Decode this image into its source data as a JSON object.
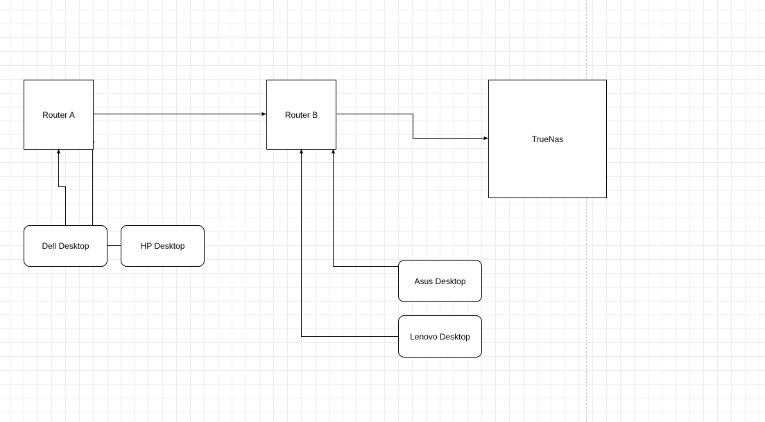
{
  "diagram": {
    "nodes": {
      "router_a": {
        "label": "Router A"
      },
      "router_b": {
        "label": "Router B"
      },
      "truenas": {
        "label": "TrueNas"
      },
      "dell_desktop": {
        "label": "Dell Desktop"
      },
      "hp_desktop": {
        "label": "HP Desktop"
      },
      "asus_desktop": {
        "label": "Asus Desktop"
      },
      "lenovo_desktop": {
        "label": "Lenovo Desktop"
      }
    },
    "edges": [
      {
        "from": "router_a",
        "to": "router_b"
      },
      {
        "from": "router_b",
        "to": "truenas"
      },
      {
        "from": "dell_desktop",
        "to": "router_a"
      },
      {
        "from": "hp_desktop",
        "to": "router_a"
      },
      {
        "from": "asus_desktop",
        "to": "router_b"
      },
      {
        "from": "lenovo_desktop",
        "to": "router_b"
      }
    ]
  }
}
